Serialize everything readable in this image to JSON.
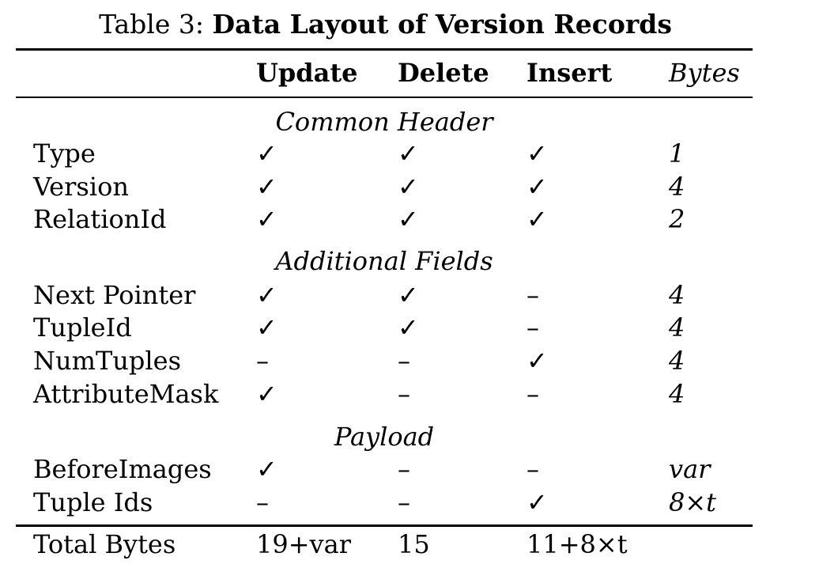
{
  "caption": {
    "prefix": "Table 3:",
    "title": "Data Layout of Version Records"
  },
  "columns": [
    "Update",
    "Delete",
    "Insert",
    "Bytes"
  ],
  "sections": [
    {
      "title": "Common Header",
      "rows": [
        {
          "field": "Type",
          "update": "✓",
          "delete": "✓",
          "insert": "✓",
          "bytes": "1"
        },
        {
          "field": "Version",
          "update": "✓",
          "delete": "✓",
          "insert": "✓",
          "bytes": "4"
        },
        {
          "field": "RelationId",
          "update": "✓",
          "delete": "✓",
          "insert": "✓",
          "bytes": "2"
        }
      ]
    },
    {
      "title": "Additional Fields",
      "rows": [
        {
          "field": "Next Pointer",
          "update": "✓",
          "delete": "✓",
          "insert": "–",
          "bytes": "4"
        },
        {
          "field": "TupleId",
          "update": "✓",
          "delete": "✓",
          "insert": "–",
          "bytes": "4"
        },
        {
          "field": "NumTuples",
          "update": "–",
          "delete": "–",
          "insert": "✓",
          "bytes": "4"
        },
        {
          "field": "AttributeMask",
          "update": "✓",
          "delete": "–",
          "insert": "–",
          "bytes": "4"
        }
      ]
    },
    {
      "title": "Payload",
      "rows": [
        {
          "field": "BeforeImages",
          "update": "✓",
          "delete": "–",
          "insert": "–",
          "bytes": "var"
        },
        {
          "field": "Tuple Ids",
          "update": "–",
          "delete": "–",
          "insert": "✓",
          "bytes": "8×t"
        }
      ]
    }
  ],
  "total": {
    "label": "Total Bytes",
    "update": "19+var",
    "delete": "15",
    "insert": "11+8×t"
  }
}
